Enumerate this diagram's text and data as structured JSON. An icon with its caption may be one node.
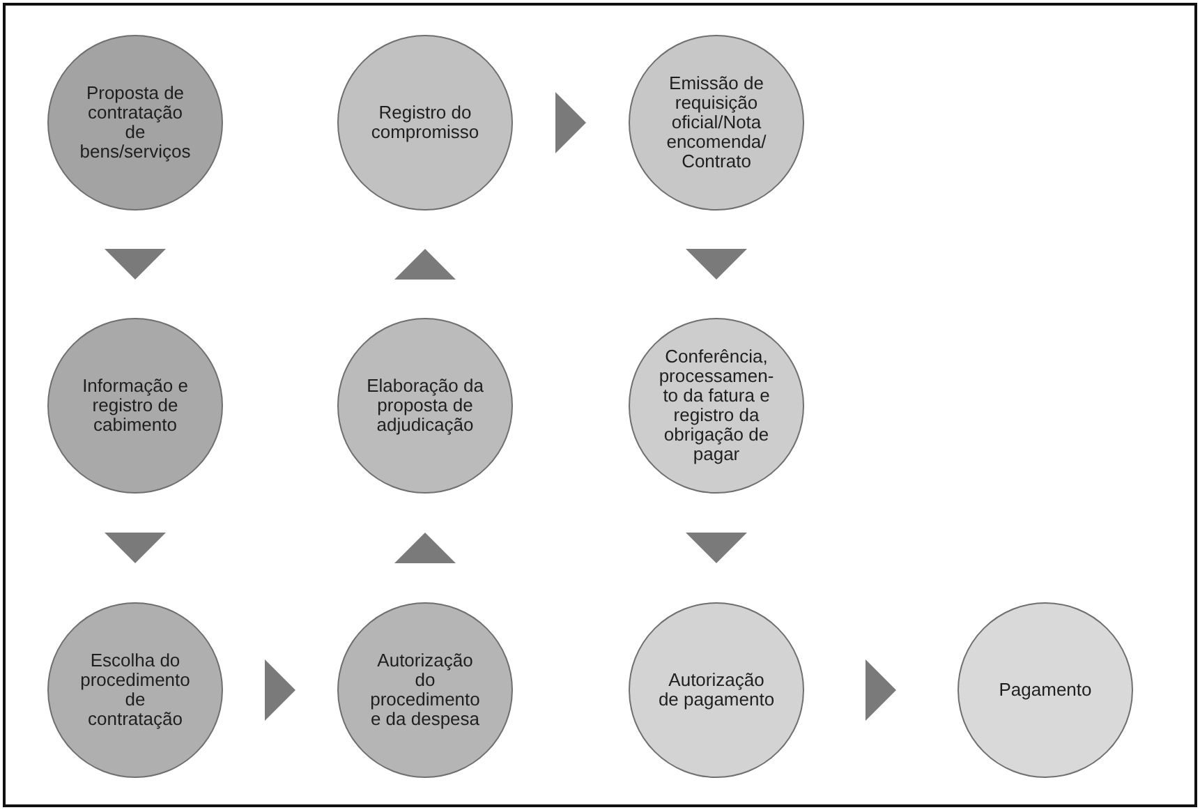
{
  "diagram": {
    "nodes": [
      {
        "text": [
          "Proposta de contratação de bens/serviços"
        ]
      },
      {
        "text": [
          "Informação e registro de cabimento"
        ]
      },
      {
        "text": [
          "Escolha do procedimento de contratação"
        ]
      },
      {
        "text": [
          "Autorização do procedimento e da despesa"
        ]
      },
      {
        "text": [
          "Elaboração da proposta de adjudicação"
        ]
      },
      {
        "text": [
          "Registro do compromisso"
        ]
      },
      {
        "text": [
          "Emissão de requisição oficial/Nota encomenda/ Contrato"
        ]
      },
      {
        "text": [
          "Conferência, processamen-to da fatura e registro da obrigação de pagar"
        ]
      },
      {
        "text": [
          "Autorização de pagamento"
        ]
      },
      {
        "text": [
          "Pagamento"
        ]
      }
    ],
    "edges": [
      {
        "from": 0,
        "to": 1,
        "arrow": "to"
      },
      {
        "from": 1,
        "to": 2,
        "arrow": "to"
      },
      {
        "from": 2,
        "to": 3,
        "arrow": "to"
      },
      {
        "from": 3,
        "to": 4,
        "arrow": "to"
      },
      {
        "from": 4,
        "to": 5,
        "arrow": "to"
      },
      {
        "from": 5,
        "to": 6,
        "arrow": "to"
      },
      {
        "from": 6,
        "to": 7,
        "arrow": "to"
      },
      {
        "from": 7,
        "to": 8,
        "arrow": "to"
      },
      {
        "from": 8,
        "to": 9,
        "arrow": "to"
      }
    ]
  }
}
